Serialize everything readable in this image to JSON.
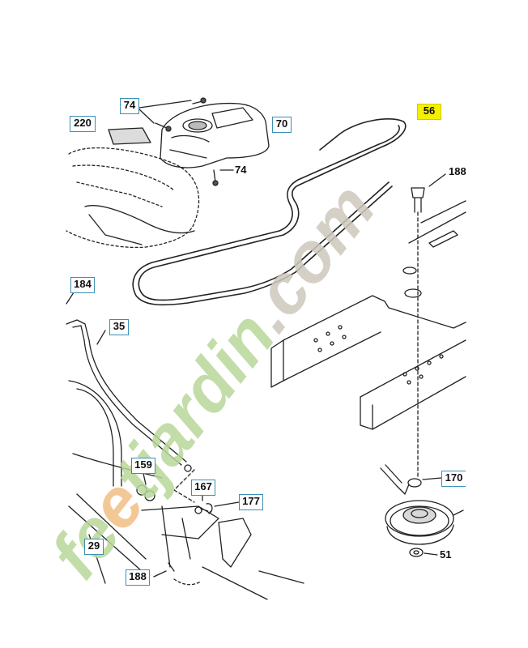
{
  "watermark": {
    "text": "feetjardin.com",
    "colors": {
      "green": "#b8d89a",
      "orange": "#f2bf86",
      "gray": "#cdc8bd"
    }
  },
  "callouts": {
    "c56": "56",
    "c74a": "74",
    "c220": "220",
    "c70": "70",
    "c74b": "74",
    "c188a": "188",
    "c184": "184",
    "c35": "35",
    "c159": "159",
    "c167": "167",
    "c177": "177",
    "c170": "170",
    "c51": "51",
    "c29": "29",
    "c188b": "188"
  },
  "colors": {
    "line": "#222222",
    "callout_border": "#3a8fb7",
    "highlight": "#f4f000"
  }
}
